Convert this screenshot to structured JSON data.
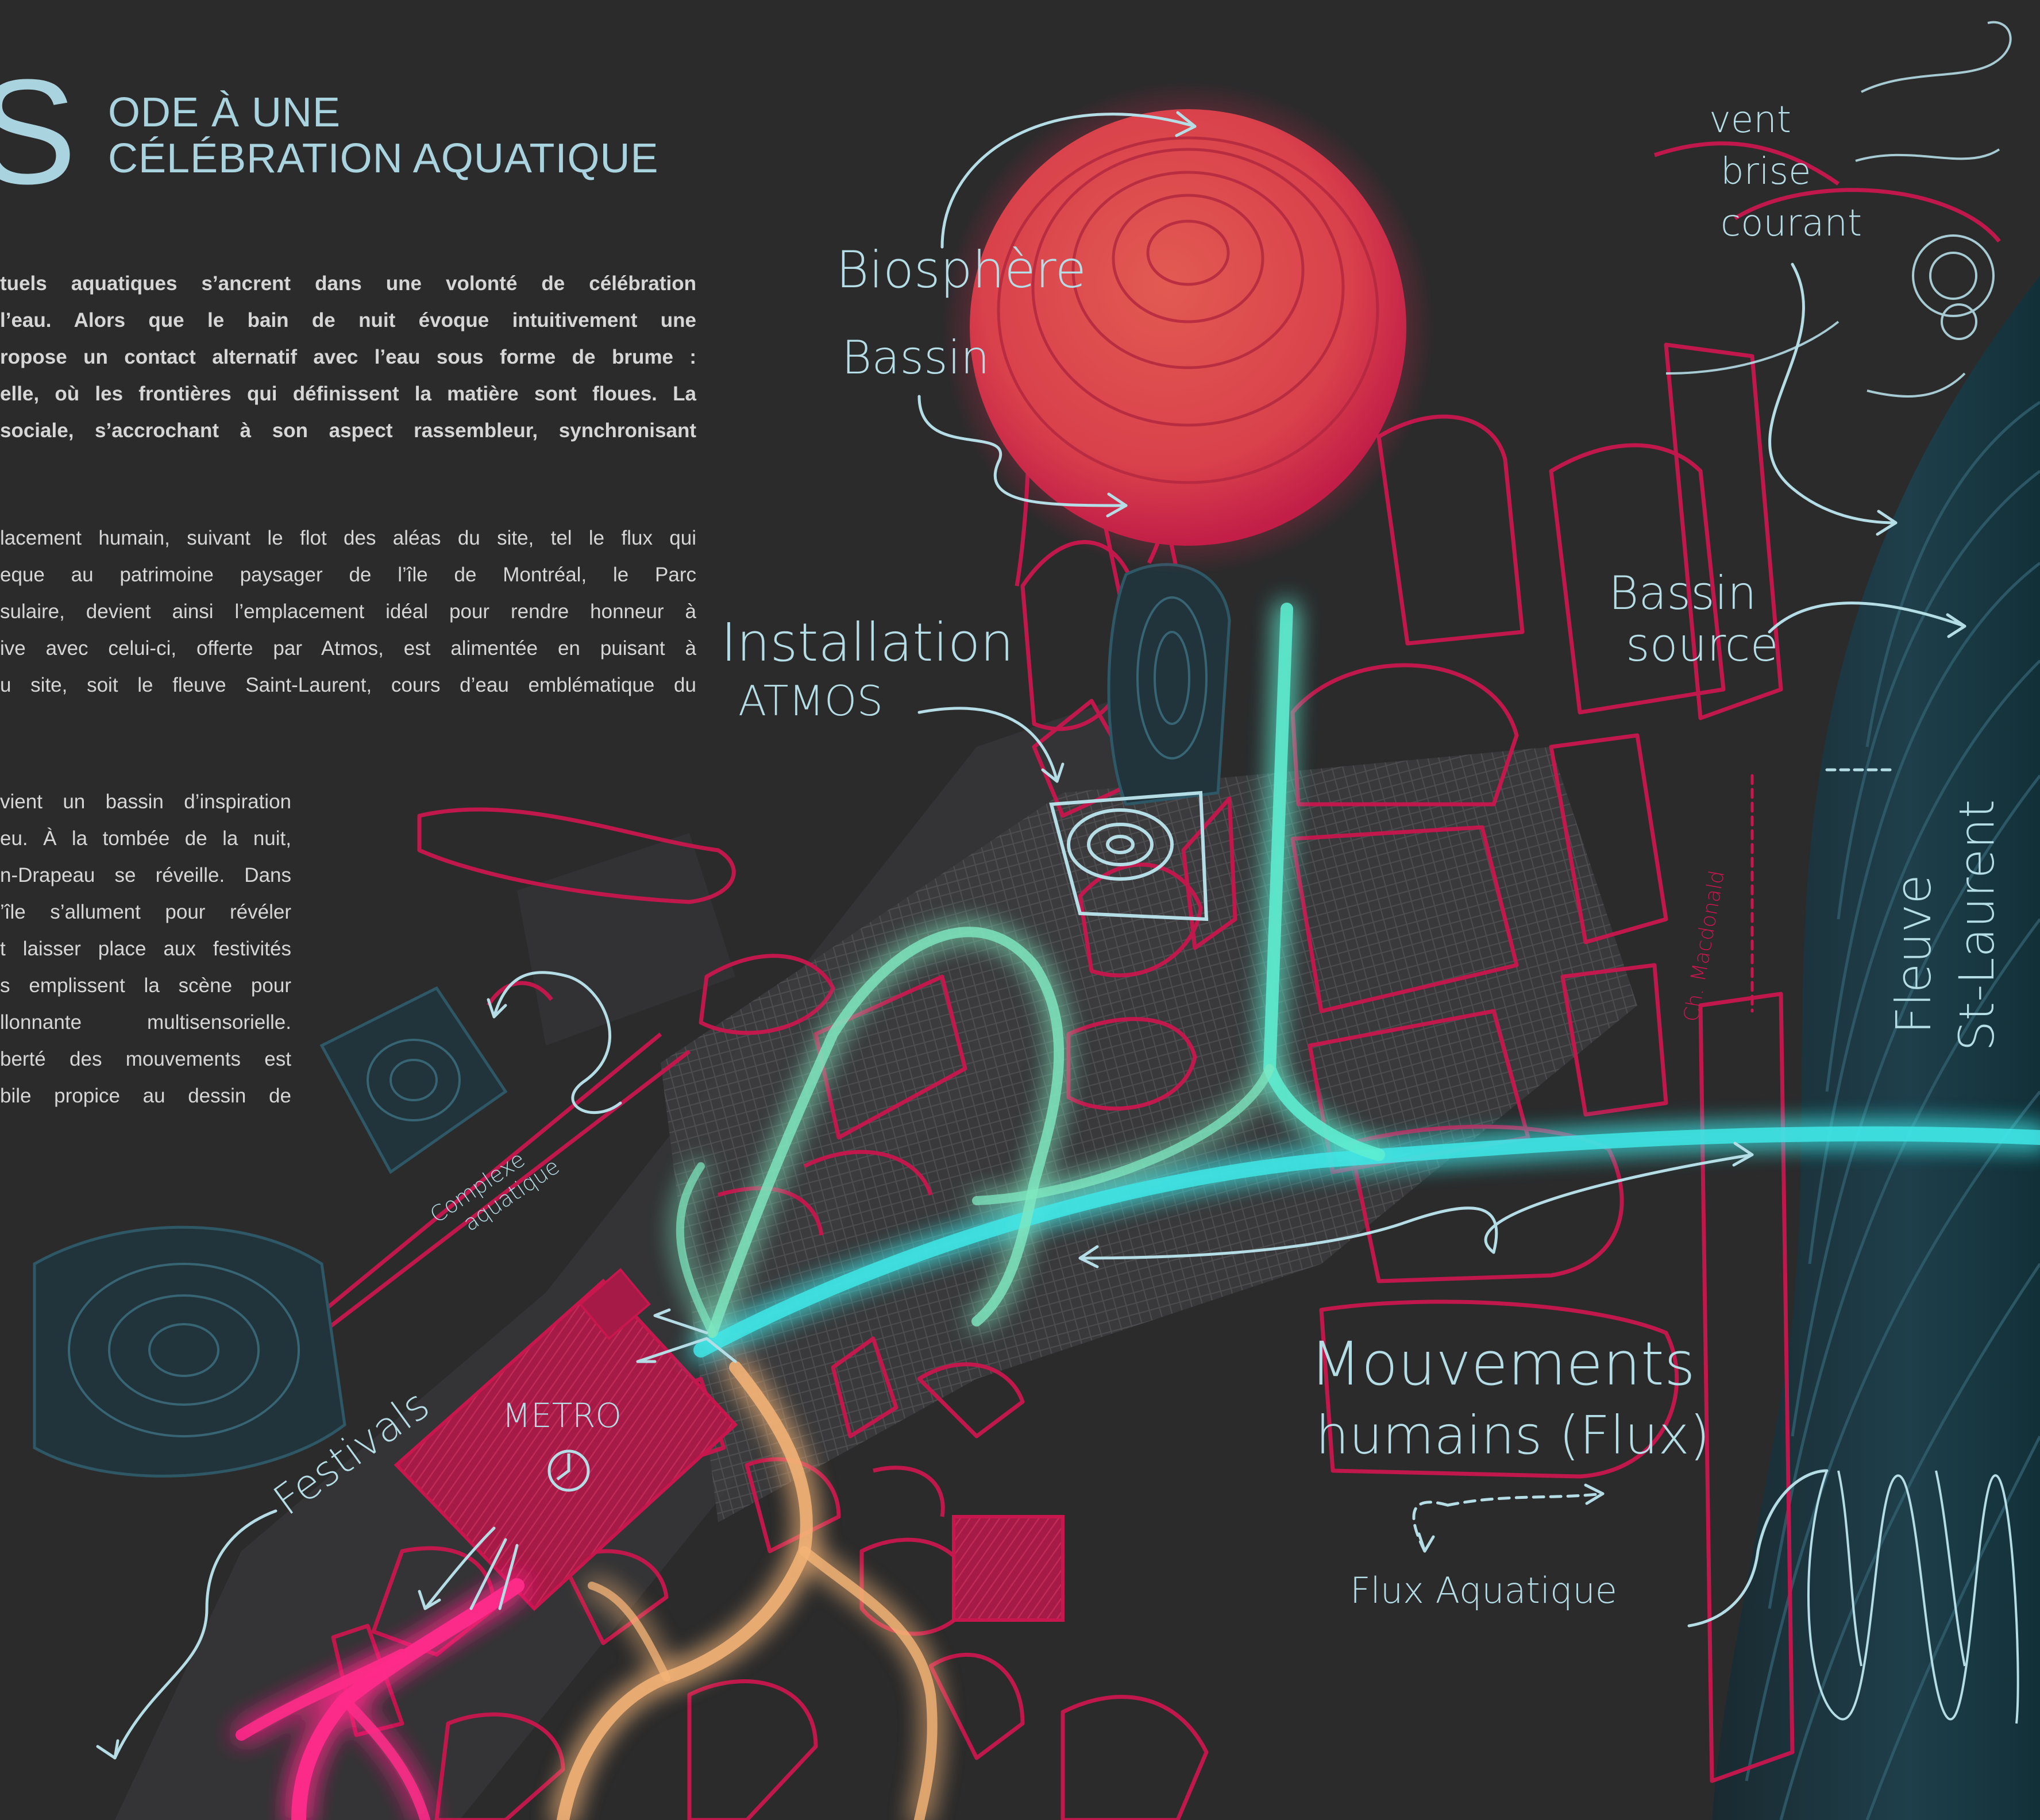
{
  "header": {
    "big_letter": "S",
    "title_line1": "ODE À UNE",
    "title_line2": "CÉLÉBRATION AQUATIQUE"
  },
  "paragraphs": {
    "p1": [
      "tuels aquatiques s’ancrent dans une volonté de célébration",
      "l’eau. Alors que le bain de nuit évoque intuitivement une",
      "ropose un contact alternatif avec l’eau sous forme de brume :",
      "elle, où les frontières qui définissent la matière sont floues. La",
      "sociale, s’accrochant à son aspect rassembleur, synchronisant"
    ],
    "p2": [
      "lacement humain, suivant le flot des aléas du site, tel le flux qui",
      "eque au patrimoine paysager de l’île de Montréal, le Parc",
      "sulaire, devient ainsi l’emplacement idéal pour rendre honneur à",
      "ive avec celui-ci, offerte par Atmos, est alimentée en puisant à",
      "u site, soit le fleuve Saint-Laurent, cours d’eau emblématique du"
    ],
    "p3": [
      "vient un bassin d’inspiration",
      "eu. À la tombée de la nuit,",
      "n-Drapeau se réveille. Dans",
      "’île s’allument pour révéler",
      "t laisser place aux festivités",
      "s emplissent la scène pour",
      "llonnante multisensorielle.",
      "berté des mouvements est",
      "bile propice au dessin de"
    ]
  },
  "map_labels": {
    "biosphere": "Biosphère",
    "bassin": "Bassin",
    "vent": "vent",
    "brise": "brise",
    "courant": "courant",
    "bassin_source_1": "Bassin",
    "bassin_source_2": "source",
    "installation_1": "Installation",
    "installation_2": "ATMOS",
    "ch_macdonald": "Ch. Macdonald",
    "fleuve_1": "Fleuve",
    "fleuve_2": "St-Laurent",
    "complexe_1": "Complexe",
    "complexe_2": "aquatique",
    "festivals": "Festivals",
    "metro": "METRO",
    "mouvements_1": "Mouvements",
    "mouvements_2": "humains (Flux)",
    "flux_aquatique": "Flux Aquatique"
  },
  "colors": {
    "background": "#2b2b2c",
    "road_outline": "#c8164e",
    "chalk_blue": "#b5dde6",
    "sphere_red": "#d94b4d",
    "glow_cyan": "#3fe6e6",
    "glow_green": "#7ee8c0",
    "glow_orange": "#f5b477",
    "glow_pink": "#ff2a8a",
    "river_dark": "#1b3a45"
  },
  "icons": {
    "metro": "metro-clock-icon",
    "installation": "spiral-square-icon"
  }
}
